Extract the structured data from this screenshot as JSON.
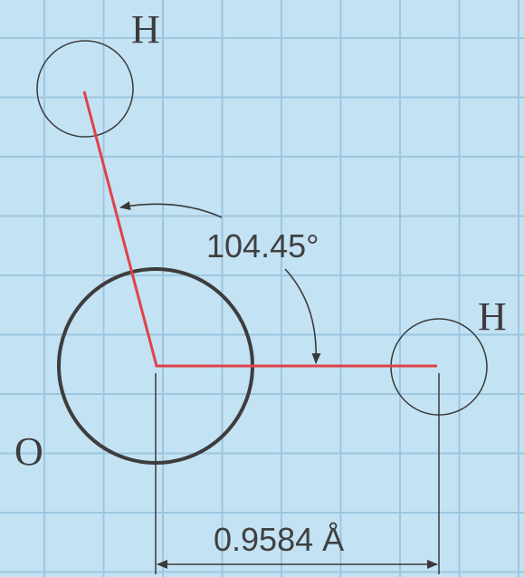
{
  "molecule": {
    "atoms": {
      "hydrogen_top": "H",
      "hydrogen_right": "H",
      "oxygen": "O"
    },
    "bond_angle": "104.45°",
    "bond_length": "0.9584 Å"
  },
  "colors": {
    "background": "#c3e2f3",
    "grid": "#9ec6df",
    "bond": "#e0424a",
    "outline": "#3a3a3a"
  }
}
